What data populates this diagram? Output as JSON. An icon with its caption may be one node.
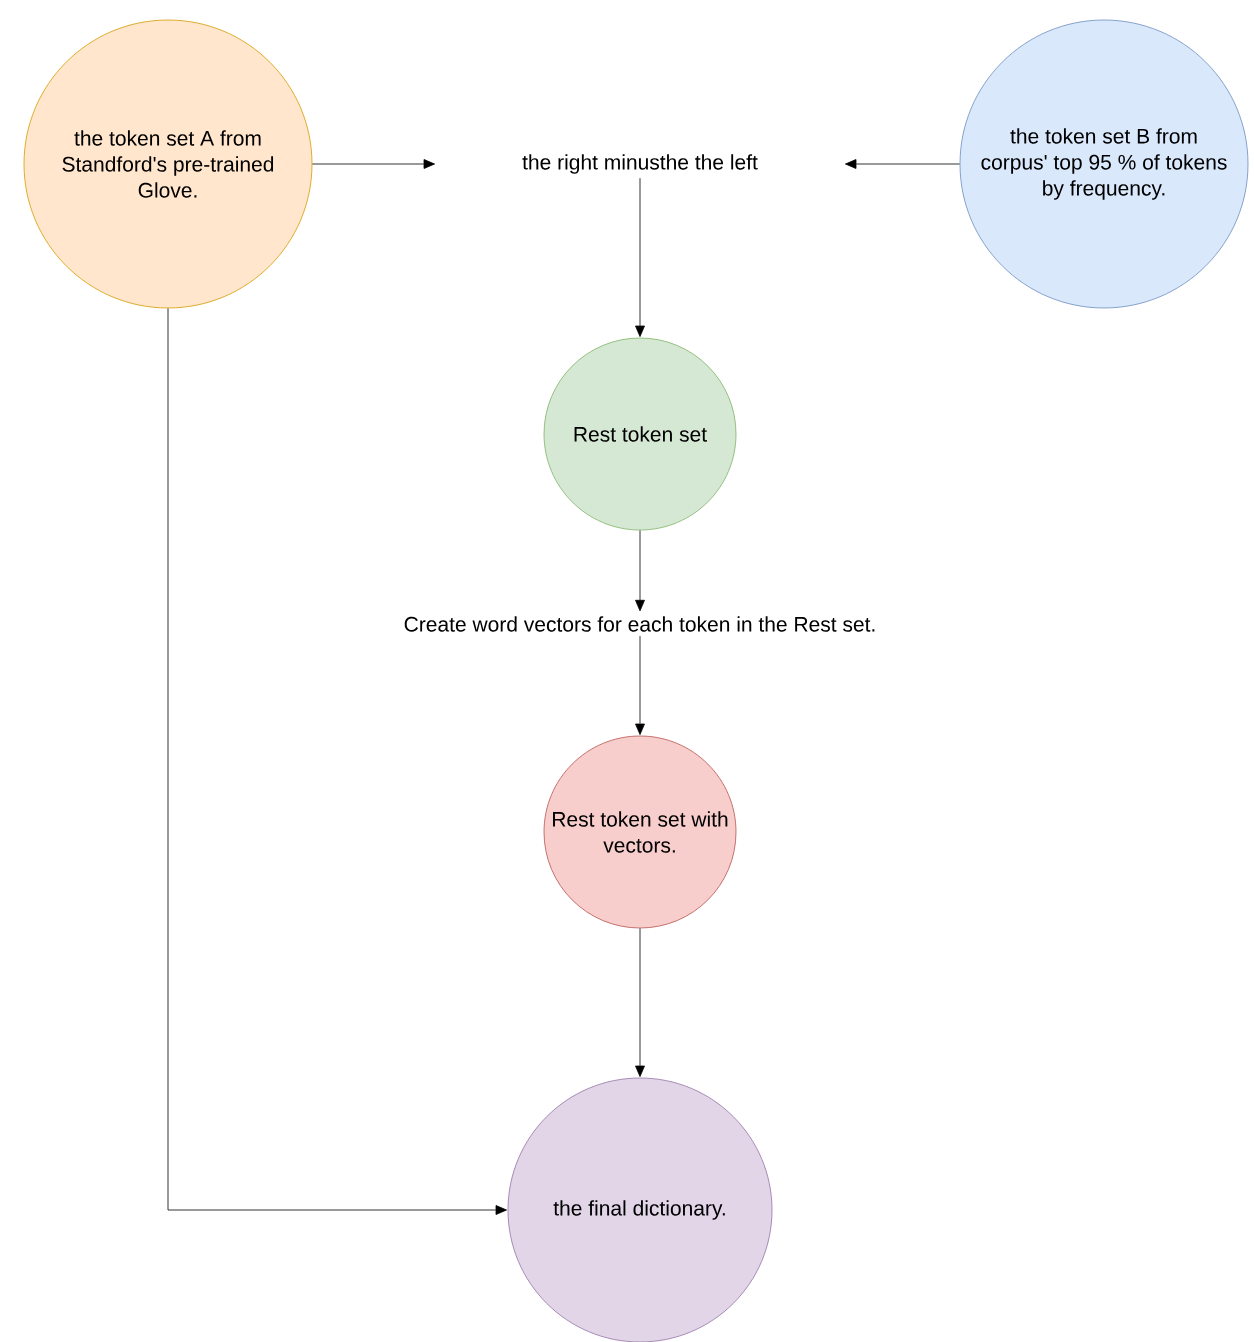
{
  "diagram": {
    "nodes": [
      {
        "text": [
          "the token set A from Standford's pre-trained Glove."
        ]
      },
      {
        "text": [
          "the right minusthe the left"
        ]
      },
      {
        "text": [
          "the token set B from corpus' top 95 % of tokens by frequency."
        ]
      },
      {
        "text": [
          "Rest token set"
        ]
      },
      {
        "text": [
          "Create word vectors for each token in the Rest set."
        ]
      },
      {
        "text": [
          "Rest token set with vectors."
        ]
      },
      {
        "text": [
          "the final dictionary."
        ]
      }
    ],
    "edges": [
      {
        "from": 0,
        "to": 1,
        "arrow": "to"
      },
      {
        "from": 2,
        "to": 1,
        "arrow": "to"
      },
      {
        "from": 1,
        "to": 3,
        "arrow": "to"
      },
      {
        "from": 3,
        "to": 4,
        "arrow": "to"
      },
      {
        "from": 4,
        "to": 5,
        "arrow": "to"
      },
      {
        "from": 5,
        "to": 6,
        "arrow": "to"
      },
      {
        "from": 0,
        "to": 6,
        "arrow": "to"
      }
    ]
  }
}
